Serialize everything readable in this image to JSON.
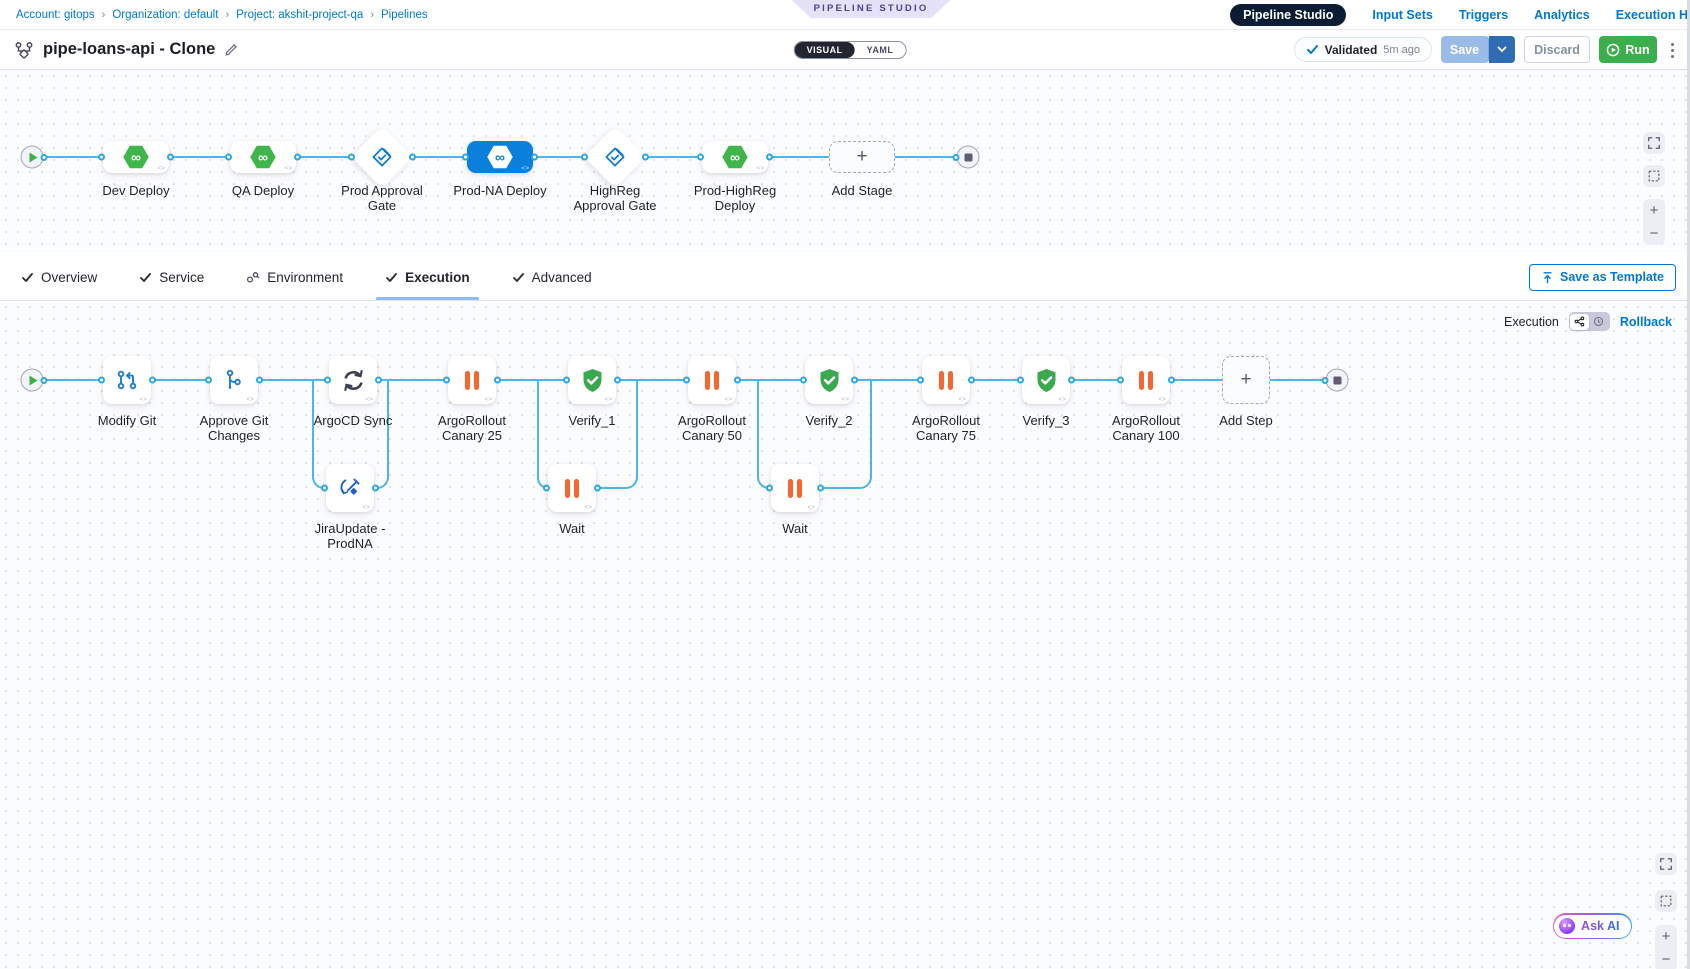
{
  "breadcrumb": {
    "separator": "›",
    "items": [
      "Account: gitops",
      "Organization: default",
      "Project: akshit-project-qa",
      "Pipelines"
    ]
  },
  "studio_badge": "PIPELINE STUDIO",
  "topnav": {
    "pipeline_studio": "Pipeline Studio",
    "input_sets": "Input Sets",
    "triggers": "Triggers",
    "analytics": "Analytics",
    "execution_history": "Execution H"
  },
  "header": {
    "title": "pipe-loans-api - Clone",
    "mode_toggle": {
      "visual": "VISUAL",
      "yaml": "YAML",
      "selected": "VISUAL"
    },
    "validated": {
      "label": "Validated",
      "time": "5m ago"
    },
    "save": "Save",
    "discard": "Discard",
    "run": "Run"
  },
  "stage_graph": {
    "stages": [
      {
        "label": "Dev Deploy",
        "type": "gitops-deploy"
      },
      {
        "label": "QA Deploy",
        "type": "gitops-deploy"
      },
      {
        "label": "Prod Approval Gate",
        "type": "approval-gate"
      },
      {
        "label": "Prod-NA Deploy",
        "type": "gitops-deploy",
        "selected": true
      },
      {
        "label": "HighReg Approval Gate",
        "type": "approval-gate"
      },
      {
        "label": "Prod-HighReg Deploy",
        "type": "gitops-deploy"
      }
    ],
    "add_stage": "Add Stage"
  },
  "tabs": {
    "items": [
      {
        "label": "Overview"
      },
      {
        "label": "Service"
      },
      {
        "label": "Environment"
      },
      {
        "label": "Execution",
        "active": true
      },
      {
        "label": "Advanced"
      }
    ],
    "save_as_template": "Save as Template"
  },
  "execution_panel": {
    "mode_label": "Execution",
    "rollback_label": "Rollback"
  },
  "execution_graph": {
    "steps": [
      {
        "label": "Modify Git",
        "type": "git-modify"
      },
      {
        "label": "Approve Git Changes",
        "type": "git-approve"
      },
      {
        "label": "ArgoCD Sync",
        "type": "sync"
      },
      {
        "label": "ArgoRollout Canary 25",
        "type": "pause"
      },
      {
        "label": "Verify_1",
        "type": "verify"
      },
      {
        "label": "ArgoRollout Canary 50",
        "type": "pause"
      },
      {
        "label": "Verify_2",
        "type": "verify"
      },
      {
        "label": "ArgoRollout Canary 75",
        "type": "pause"
      },
      {
        "label": "Verify_3",
        "type": "verify"
      },
      {
        "label": "ArgoRollout Canary 100",
        "type": "pause"
      }
    ],
    "parallel_steps": [
      {
        "label": "JiraUpdate - ProdNA",
        "type": "jira-update",
        "parallel_to": "ArgoCD Sync"
      },
      {
        "label": "Wait",
        "type": "wait",
        "parallel_to": "Verify_1"
      },
      {
        "label": "Wait",
        "type": "wait",
        "parallel_to": "Verify_2"
      }
    ],
    "add_step": "Add Step"
  },
  "ask_ai": "Ask AI",
  "colors": {
    "accent_blue": "#0278d5",
    "selected_node_blue": "#0b7fdc",
    "connector_blue": "#4fb4eb",
    "gitops_green": "#3fb54a",
    "run_green": "#3cae4c",
    "pause_orange": "#f9652f",
    "navy_pill": "#0b1c33",
    "studio_badge_purple": "#4d418f"
  }
}
